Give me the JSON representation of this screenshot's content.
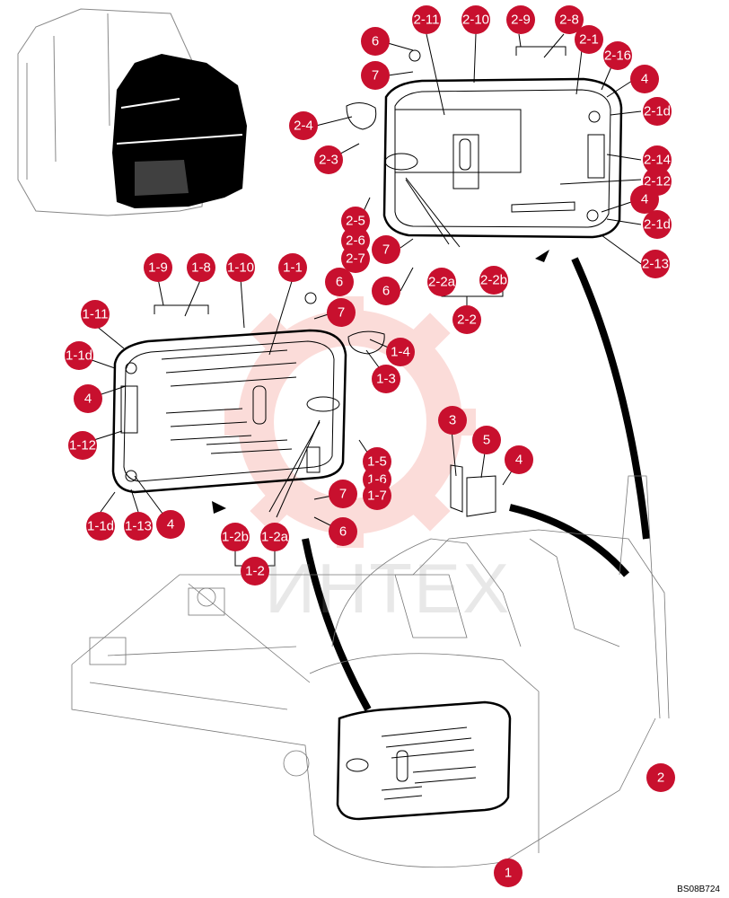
{
  "drawing_code": "BS08B724",
  "watermark_text": "ИНТЕХ",
  "colors": {
    "callout": "#c8102e",
    "watermark": "#f5b8b8"
  },
  "callouts": {
    "c_2_11": "2-11",
    "c_2_10": "2-10",
    "c_2_9": "2-9",
    "c_2_8": "2-8",
    "c_2_1": "2-1",
    "c_2_16": "2-16",
    "c_4_a": "4",
    "c_2_1d_a": "2-1d",
    "c_2_14": "2-14",
    "c_2_12": "2-12",
    "c_4_b": "4",
    "c_2_1d_b": "2-1d",
    "c_2_13": "2-13",
    "c_6_a": "6",
    "c_7_a": "7",
    "c_2_4": "2-4",
    "c_2_3": "2-3",
    "c_2_5": "2-5",
    "c_2_6": "2-6",
    "c_2_7": "2-7",
    "c_7_b": "7",
    "c_6_b": "6",
    "c_2_2a": "2-2a",
    "c_2_2b": "2-2b",
    "c_2_2": "2-2",
    "c_1_9": "1-9",
    "c_1_8": "1-8",
    "c_1_10": "1-10",
    "c_1_1": "1-1",
    "c_6_c": "6",
    "c_7_c": "7",
    "c_1_11": "1-11",
    "c_1_1d_a": "1-1d",
    "c_4_c": "4",
    "c_1_4": "1-4",
    "c_1_3": "1-3",
    "c_1_12": "1-12",
    "c_1_5": "1-5",
    "c_1_6": "1-6",
    "c_1_7": "1-7",
    "c_7_d": "7",
    "c_6_d": "6",
    "c_3": "3",
    "c_5": "5",
    "c_4_d": "4",
    "c_1_1d_b": "1-1d",
    "c_1_13": "1-13",
    "c_4_e": "4",
    "c_1_2b": "1-2b",
    "c_1_2a": "1-2a",
    "c_1_2": "1-2",
    "c_2": "2",
    "c_1": "1"
  }
}
